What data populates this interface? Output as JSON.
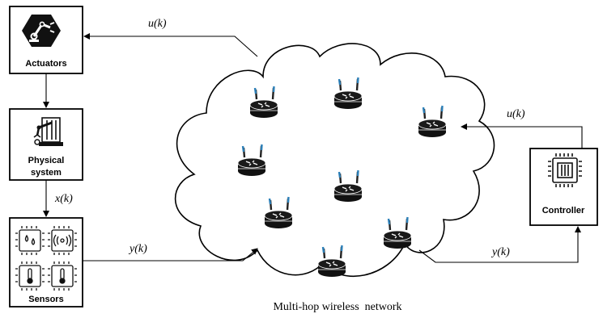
{
  "blocks": {
    "actuators": {
      "label": "Actuators",
      "icon": "robot-arm-hexagon-icon"
    },
    "physical_system": {
      "label_line1": "Physical",
      "label_line2": "system",
      "icon": "industrial-robot-icon"
    },
    "sensors": {
      "label": "Sensors",
      "icon": "sensor-chips-icon"
    },
    "controller": {
      "label": "Controller",
      "icon": "cpu-chip-icon"
    }
  },
  "signals": {
    "u_top": "u(k)",
    "x": "x(k)",
    "y_left": "y(k)",
    "u_right": "u(k)",
    "y_right": "y(k)"
  },
  "network": {
    "label": "Multi-hop wireless  network",
    "node_icon": "wireless-router-icon",
    "router_count": 8,
    "antenna_color": "#2b7fb8"
  }
}
